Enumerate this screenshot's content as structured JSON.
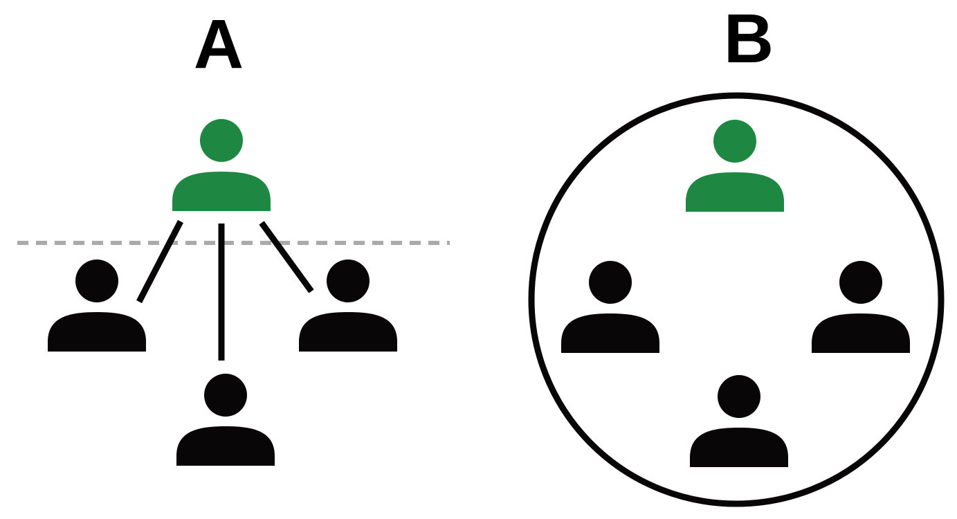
{
  "colors": {
    "leader": "#1e8741",
    "member": "#080606",
    "connector": "#080606",
    "boundary_dashes": "#aaaaaa",
    "circle": "#080606",
    "background": "#ffffff"
  },
  "panels": [
    {
      "label": "A",
      "structure": "hierarchical",
      "leader": {
        "icon": "person-icon",
        "color": "leader"
      },
      "members": [
        {
          "icon": "person-icon",
          "position": "left"
        },
        {
          "icon": "person-icon",
          "position": "bottom"
        },
        {
          "icon": "person-icon",
          "position": "right"
        }
      ],
      "connectors": 3,
      "boundary": "dashed-horizontal-line"
    },
    {
      "label": "B",
      "structure": "enclosed-group",
      "leader": {
        "icon": "person-icon",
        "color": "leader"
      },
      "members": [
        {
          "icon": "person-icon",
          "position": "left"
        },
        {
          "icon": "person-icon",
          "position": "bottom"
        },
        {
          "icon": "person-icon",
          "position": "right"
        }
      ],
      "boundary": "circle"
    }
  ]
}
